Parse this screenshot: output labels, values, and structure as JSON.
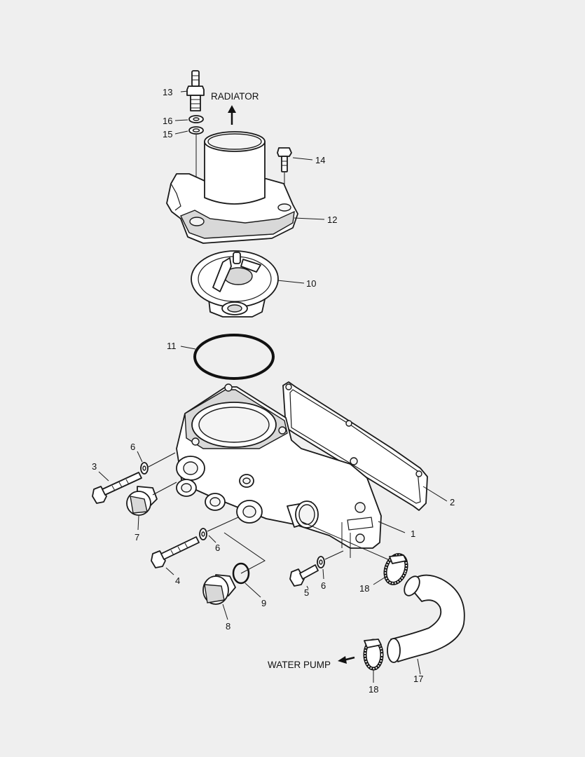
{
  "diagram": {
    "direction_labels": {
      "radiator": "RADIATOR",
      "water_pump": "WATER PUMP"
    },
    "callouts": {
      "c1": "1",
      "c2": "2",
      "c3": "3",
      "c4": "4",
      "c5": "5",
      "c6a": "6",
      "c6b": "6",
      "c6c": "6",
      "c7": "7",
      "c8": "8",
      "c9": "9",
      "c10": "10",
      "c11": "11",
      "c12": "12",
      "c13": "13",
      "c14": "14",
      "c15": "15",
      "c16": "16",
      "c17": "17",
      "c18a": "18",
      "c18b": "18"
    }
  }
}
